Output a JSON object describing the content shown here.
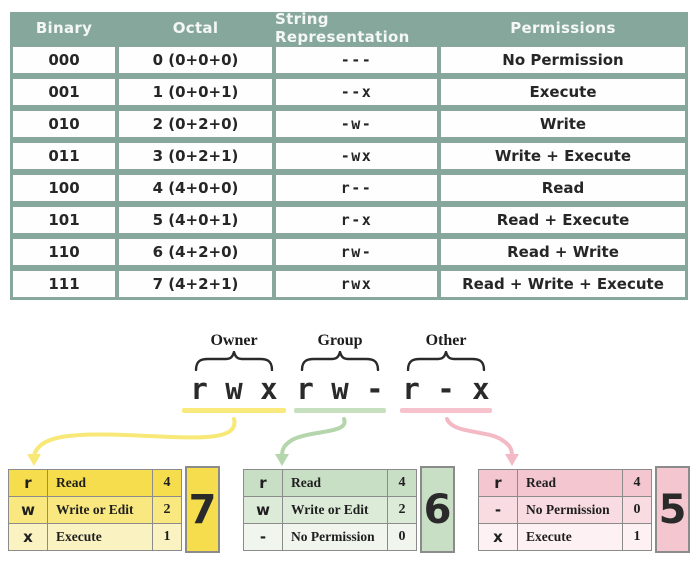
{
  "main_table": {
    "headers": [
      "Binary",
      "Octal",
      "String Representation",
      "Permissions"
    ],
    "rows": [
      [
        "000",
        "0 (0+0+0)",
        "---",
        "No Permission"
      ],
      [
        "001",
        "1 (0+0+1)",
        "--x",
        "Execute"
      ],
      [
        "010",
        "2 (0+2+0)",
        "-w-",
        "Write"
      ],
      [
        "011",
        "3 (0+2+1)",
        "-wx",
        "Write + Execute"
      ],
      [
        "100",
        "4 (4+0+0)",
        "r--",
        "Read"
      ],
      [
        "101",
        "5 (4+0+1)",
        "r-x",
        "Read + Execute"
      ],
      [
        "110",
        "6 (4+2+0)",
        "rw-",
        "Read + Write"
      ],
      [
        "111",
        "7 (4+2+1)",
        "rwx",
        "Read + Write + Execute"
      ]
    ]
  },
  "breakdown": {
    "groups": [
      {
        "label": "Owner",
        "letters": "r w x",
        "total": "7",
        "accent_color": "#f6dd4d",
        "rows": [
          [
            "r",
            "Read",
            "4"
          ],
          [
            "w",
            "Write or Edit",
            "2"
          ],
          [
            "x",
            "Execute",
            "1"
          ]
        ]
      },
      {
        "label": "Group",
        "letters": "r w -",
        "total": "6",
        "accent_color": "#c9dfc5",
        "rows": [
          [
            "r",
            "Read",
            "4"
          ],
          [
            "w",
            "Write or Edit",
            "2"
          ],
          [
            "-",
            "No Permission",
            "0"
          ]
        ]
      },
      {
        "label": "Other",
        "letters": "r - x",
        "total": "5",
        "accent_color": "#f3c6d0",
        "rows": [
          [
            "r",
            "Read",
            "4"
          ],
          [
            "-",
            "No Permission",
            "0"
          ],
          [
            "x",
            "Execute",
            "1"
          ]
        ]
      }
    ]
  },
  "colors": {
    "table_header_bg": "#86a89c",
    "table_header_text": "#f4f7f5",
    "row_bg": "#fefefe",
    "text_dark": "#262626",
    "underline_yellow": "#fae97c",
    "underline_green": "#c6dfbf",
    "underline_pink": "#f6c3cd",
    "arrow_yellow": "#f7e877",
    "arrow_green": "#b5d6ac",
    "arrow_pink": "#f3bac6",
    "mini_border": "#8b8b8b"
  }
}
